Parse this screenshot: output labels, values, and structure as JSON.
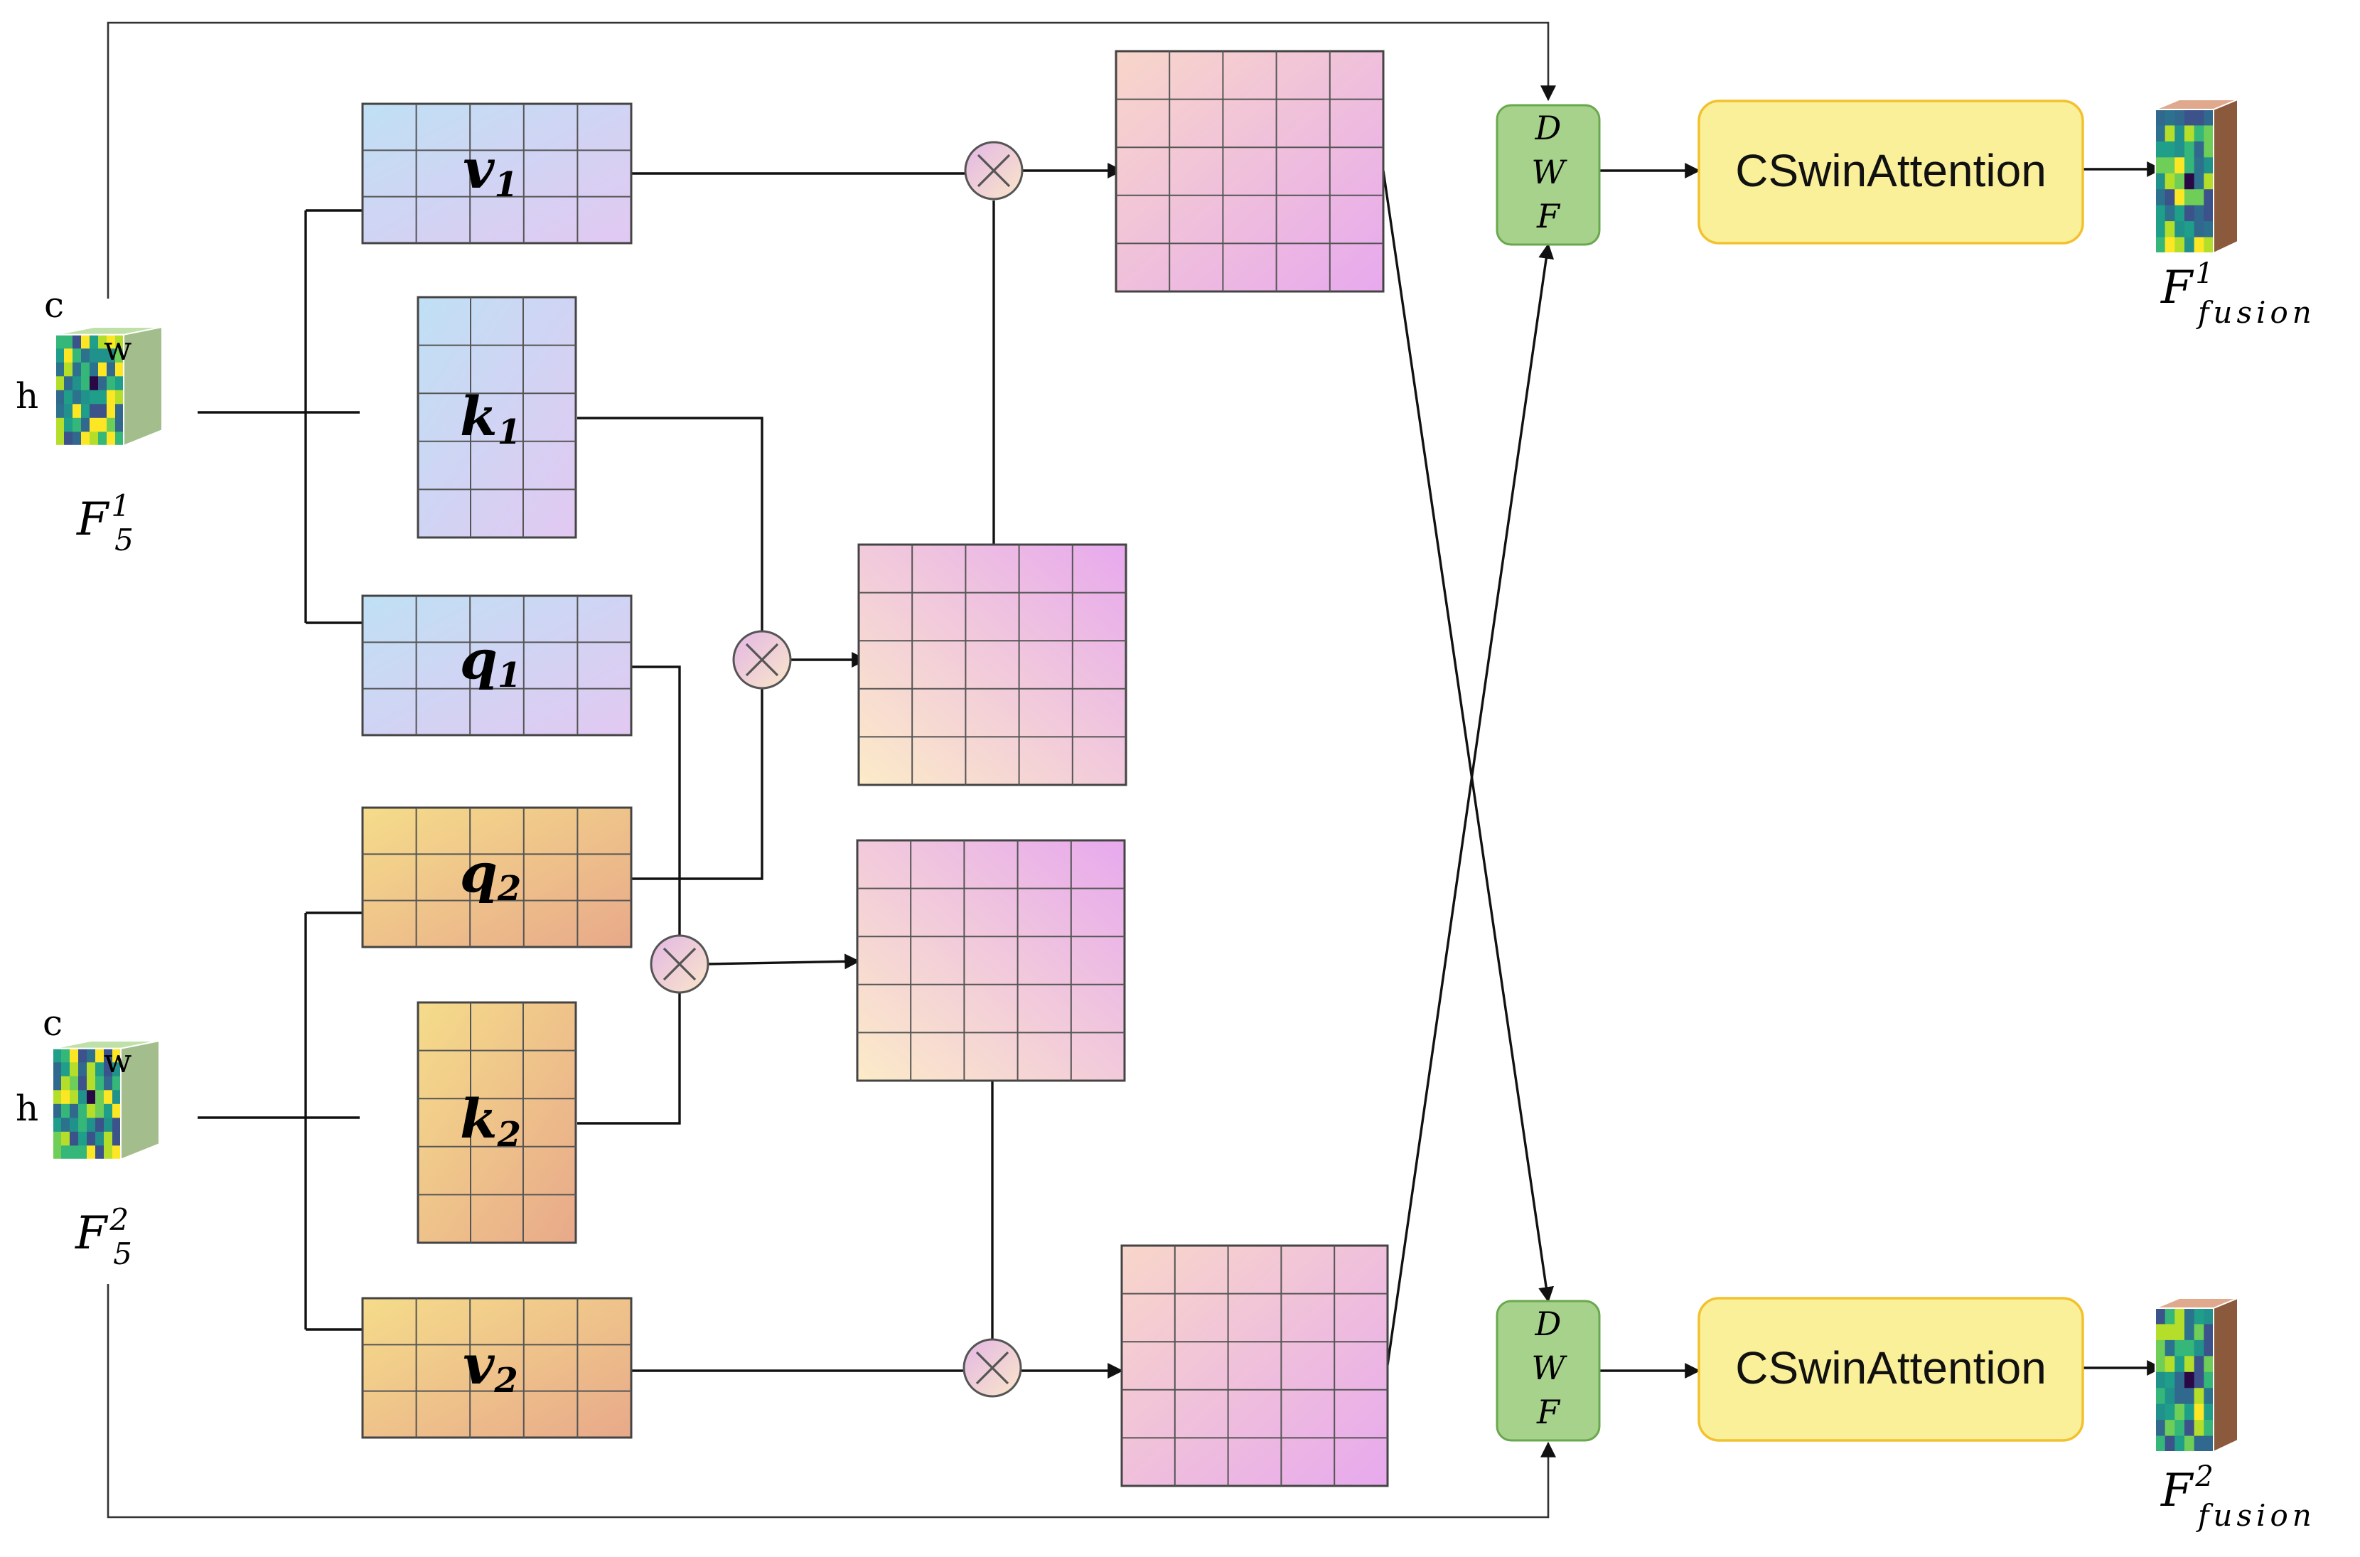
{
  "inputs": [
    {
      "base": "F",
      "sup": "1",
      "sub": "5",
      "dim_c": "c",
      "dim_h": "h",
      "dim_w": "w"
    },
    {
      "base": "F",
      "sup": "2",
      "sub": "5",
      "dim_c": "c",
      "dim_h": "h",
      "dim_w": "w"
    }
  ],
  "matrices": {
    "v1": {
      "sym": "v",
      "sub": "1"
    },
    "k1": {
      "sym": "k",
      "sub": "1"
    },
    "q1": {
      "sym": "q",
      "sub": "1"
    },
    "q2": {
      "sym": "q",
      "sub": "2"
    },
    "k2": {
      "sym": "k",
      "sub": "2"
    },
    "v2": {
      "sym": "v",
      "sub": "2"
    }
  },
  "dwf": {
    "letters": [
      "D",
      "W",
      "F"
    ]
  },
  "attention": {
    "label": "CSwinAttention"
  },
  "outputs": [
    {
      "base": "F",
      "sup": "1",
      "sub": "fusion"
    },
    {
      "base": "F",
      "sup": "2",
      "sub": "fusion"
    }
  ],
  "colors": {
    "branch1_matrix_a": "#bfe0f5",
    "branch1_matrix_b": "#e2c8f2",
    "branch2_matrix_a": "#f5dc8a",
    "branch2_matrix_b": "#e8a98a",
    "attention_map_a": "#e7a9ee",
    "attention_map_b": "#fcebc8",
    "multiply_node": "#e3b7e6",
    "dwf_fill": "#a6d28c",
    "dwf_stroke": "#6aa84f",
    "cswin_fill": "#fbf09a",
    "cswin_stroke": "#f2c12e"
  },
  "icons": [
    "feature-cube-icon",
    "multiply-icon",
    "arrow-icon"
  ]
}
